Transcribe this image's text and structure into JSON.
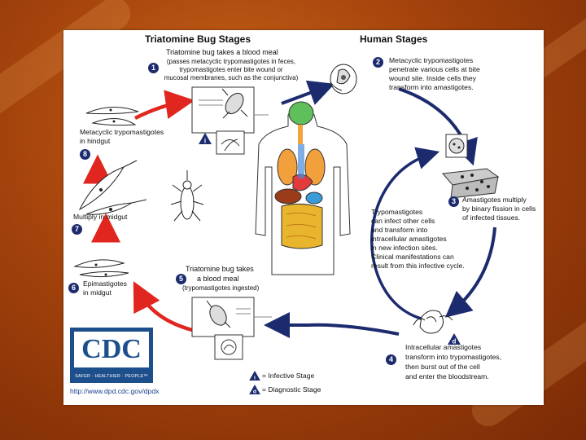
{
  "headers": {
    "bug_stages": "Triatomine Bug Stages",
    "human_stages": "Human Stages"
  },
  "stages": {
    "s1": {
      "num": "1",
      "title": "Triatomine bug takes a blood meal",
      "detail_1": "(passes metacyclic trypomastigotes in feces,",
      "detail_2": "trypomastigotes enter bite wound or",
      "detail_3": "mucosal membranes, such as the conjunctiva)"
    },
    "s2": {
      "num": "2",
      "line_1": "Metacyclic trypomastigotes",
      "line_2": "penetrate various cells at bite",
      "line_3": "wound site.  Inside cells they",
      "line_4": "transform into amastigotes."
    },
    "s3": {
      "num": "3",
      "line_1": "Amastigotes multiply",
      "line_2": "by binary fission in cells",
      "line_3": "of infected tissues."
    },
    "s4": {
      "num": "4",
      "line_1": "Intracellular amastigotes",
      "line_2": "transform into trypomastigotes,",
      "line_3": "then burst out of the cell",
      "line_4": "and enter the bloodstream."
    },
    "s5": {
      "num": "5",
      "line_1": "Triatomine bug takes",
      "line_2": "a blood meal",
      "line_3": "(trypomastigotes ingested)"
    },
    "s6": {
      "num": "6",
      "line_1": "Epimastigotes",
      "line_2": "in midgut"
    },
    "s7": {
      "num": "7",
      "line_1": "Multiply in midgut"
    },
    "s8": {
      "num": "8",
      "line_1": "Metacyclic trypomastigotes",
      "line_2": "in hindgut"
    }
  },
  "center_text": {
    "line_1": "Trypomastigotes",
    "line_2": "can infect other cells",
    "line_3": "and transform into",
    "line_4": "intracellular amastigotes",
    "line_5": "in new infection sites.",
    "line_6": "Clinical manifestations can",
    "line_7": "result from this infective cycle."
  },
  "legend": {
    "infective_symbol": "i",
    "infective_label": "= Infective Stage",
    "diagnostic_symbol": "d",
    "diagnostic_label": "= Diagnostic Stage"
  },
  "stage_markers": {
    "infective": "i",
    "diagnostic": "d"
  },
  "logo": {
    "text": "CDC",
    "tagline": "SAFER · HEALTHIER · PEOPLE™"
  },
  "source_url": "http://www.dpd.cdc.gov/dpdx",
  "colors": {
    "navy_arrow": "#1c2b6e",
    "red_arrow": "#e0261f",
    "badge": "#1c2b6e",
    "logo_blue": "#1c4f8c"
  }
}
